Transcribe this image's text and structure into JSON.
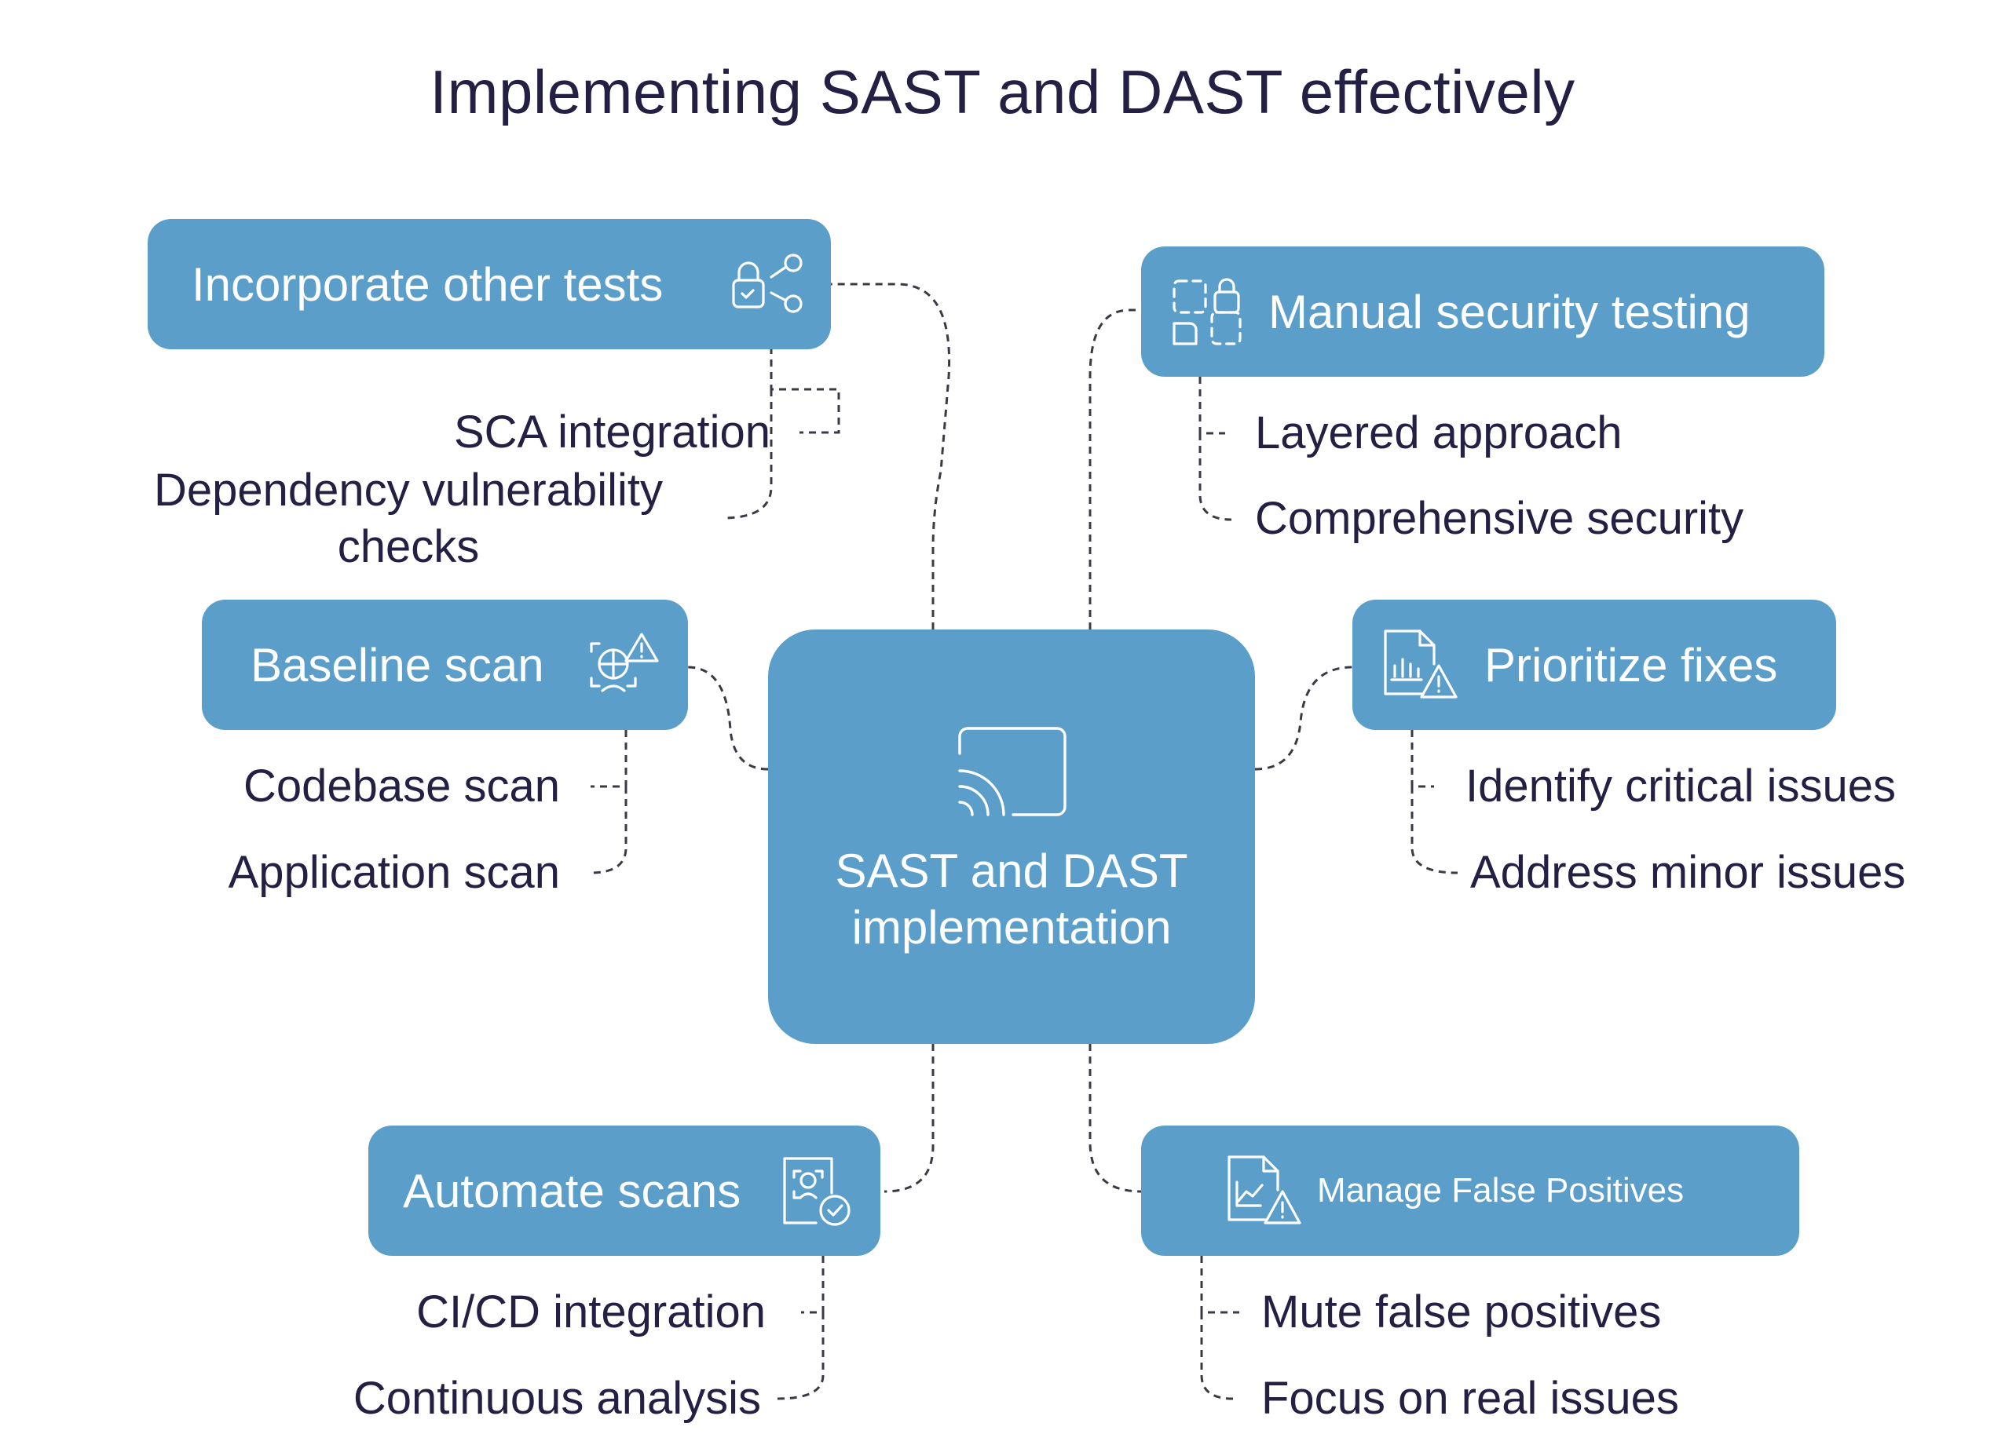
{
  "title": "Implementing SAST and DAST effectively",
  "center": {
    "label_line1": "SAST and DAST",
    "label_line2": "implementation",
    "icon": "cast-screen-icon"
  },
  "topics": {
    "incorporate": {
      "label": "Incorporate other tests",
      "icon": "lock-share-icon",
      "items": [
        "SCA integration",
        "Dependency vulnerability",
        "checks"
      ]
    },
    "manual": {
      "label": "Manual security testing",
      "icon": "devices-lock-icon",
      "items": [
        "Layered approach",
        "Comprehensive security"
      ]
    },
    "baseline": {
      "label": "Baseline scan",
      "icon": "globe-alert-icon",
      "items": [
        "Codebase scan",
        "Application scan"
      ]
    },
    "prioritize": {
      "label": "Prioritize fixes",
      "icon": "report-alert-icon",
      "items": [
        "Identify critical issues",
        "Address minor issues"
      ]
    },
    "automate": {
      "label": "Automate scans",
      "icon": "scan-check-icon",
      "items": [
        "CI/CD integration",
        "Continuous analysis"
      ]
    },
    "falsepos": {
      "label": "Manage False Positives",
      "icon": "chart-alert-icon",
      "items": [
        "Mute false positives",
        "Focus on real issues"
      ]
    }
  },
  "colors": {
    "box": "#5b9ec9",
    "text": "#232043",
    "connector": "#3a3a44"
  }
}
